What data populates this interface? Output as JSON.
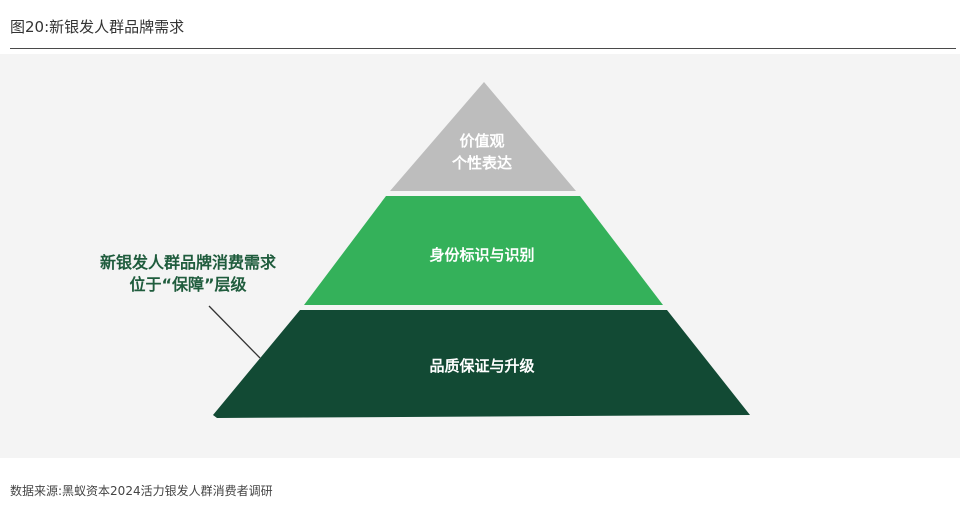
{
  "figure": {
    "title": "图20:新银发人群品牌需求"
  },
  "pyramid": {
    "tiers": [
      {
        "lines": [
          "价值观",
          "个性表达"
        ],
        "color": "#bdbdbd"
      },
      {
        "lines": [
          "身份标识与识别"
        ],
        "color": "#34b15a"
      },
      {
        "lines": [
          "品质保证与升级"
        ],
        "color": "#124a34"
      }
    ]
  },
  "callout": {
    "lines": [
      "新银发人群品牌消费需求",
      "位于“保障”层级"
    ],
    "color": "#1f5c3d"
  },
  "source": {
    "text": "数据来源:黑蚁资本2024活力银发人群消费者调研"
  }
}
